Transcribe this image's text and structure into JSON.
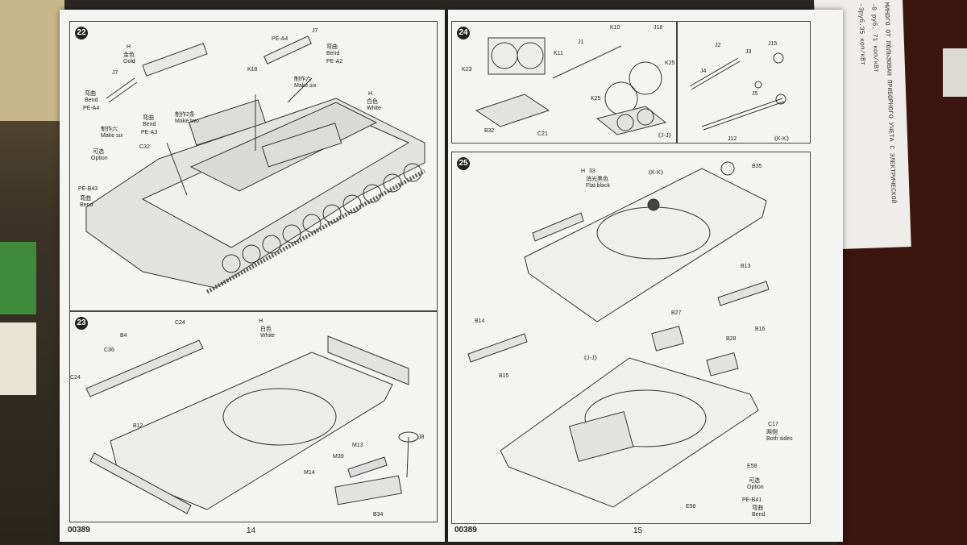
{
  "receipt_text": [
    "МИНОГО ОТ ПОЛЬЗОВАН ПРИБОРНОГО УЧЕТА С ЭЛЕКТРИЧЕСКОЙ",
    "-0 руб. 71 коп/кВт",
    "-3руб.35 коп/кВт"
  ],
  "left_page": {
    "code": "00389",
    "page_number": "14",
    "step22": {
      "number": "22",
      "labels": [
        {
          "t": "H"
        },
        {
          "t": "金色"
        },
        {
          "t": "Gold"
        },
        {
          "t": "J7"
        },
        {
          "t": "J7"
        },
        {
          "t": "K18"
        },
        {
          "t": "弯曲"
        },
        {
          "t": "Bend"
        },
        {
          "t": "PE-A4"
        },
        {
          "t": "制作六"
        },
        {
          "t": "Make six"
        },
        {
          "t": "PE-A4"
        },
        {
          "t": "弯曲"
        },
        {
          "t": "Bend"
        },
        {
          "t": "PE-A2"
        },
        {
          "t": "制作六"
        },
        {
          "t": "Make six"
        },
        {
          "t": "制作2条"
        },
        {
          "t": "Make two"
        },
        {
          "t": "弯曲"
        },
        {
          "t": "Bend"
        },
        {
          "t": "PE-A3"
        },
        {
          "t": "H"
        },
        {
          "t": "白色"
        },
        {
          "t": "White"
        },
        {
          "t": "可选"
        },
        {
          "t": "Option"
        },
        {
          "t": "C32"
        },
        {
          "t": "PE-B43"
        },
        {
          "t": "弯曲"
        },
        {
          "t": "Bend"
        }
      ]
    },
    "step23": {
      "number": "23",
      "labels": [
        {
          "t": "B4"
        },
        {
          "t": "C24"
        },
        {
          "t": "C36"
        },
        {
          "t": "C24"
        },
        {
          "t": "B12"
        },
        {
          "t": "H"
        },
        {
          "t": "白色"
        },
        {
          "t": "White"
        },
        {
          "t": "M39"
        },
        {
          "t": "M13"
        },
        {
          "t": "J8"
        },
        {
          "t": "M14"
        },
        {
          "t": "B34"
        }
      ]
    }
  },
  "right_page": {
    "code": "00389",
    "page_number": "15",
    "step24": {
      "number": "24",
      "labels": [
        {
          "t": "K10"
        },
        {
          "t": "J18"
        },
        {
          "t": "J1"
        },
        {
          "t": "K11"
        },
        {
          "t": "K23"
        },
        {
          "t": "K25"
        },
        {
          "t": "K25"
        },
        {
          "t": "B32"
        },
        {
          "t": "C21"
        },
        {
          "t": "《J-J》"
        },
        {
          "t": "J2"
        },
        {
          "t": "J3"
        },
        {
          "t": "J15"
        },
        {
          "t": "J4"
        },
        {
          "t": "J5"
        },
        {
          "t": "J12"
        },
        {
          "t": "《K-K》"
        }
      ]
    },
    "step25": {
      "number": "25",
      "labels": [
        {
          "t": "H"
        },
        {
          "t": "33"
        },
        {
          "t": "《K-K》"
        },
        {
          "t": "消光黑色"
        },
        {
          "t": "Flat black"
        },
        {
          "t": "B35"
        },
        {
          "t": "B13"
        },
        {
          "t": "B16"
        },
        {
          "t": "B14"
        },
        {
          "t": "B15"
        },
        {
          "t": "B27"
        },
        {
          "t": "B28"
        },
        {
          "t": "《J-J》"
        },
        {
          "t": "C17"
        },
        {
          "t": "两侧"
        },
        {
          "t": "Both sides"
        },
        {
          "t": "E58"
        },
        {
          "t": "可选"
        },
        {
          "t": "Option"
        },
        {
          "t": "E58"
        },
        {
          "t": "PE-B41"
        },
        {
          "t": "弯曲"
        },
        {
          "t": "Bend"
        }
      ]
    }
  }
}
